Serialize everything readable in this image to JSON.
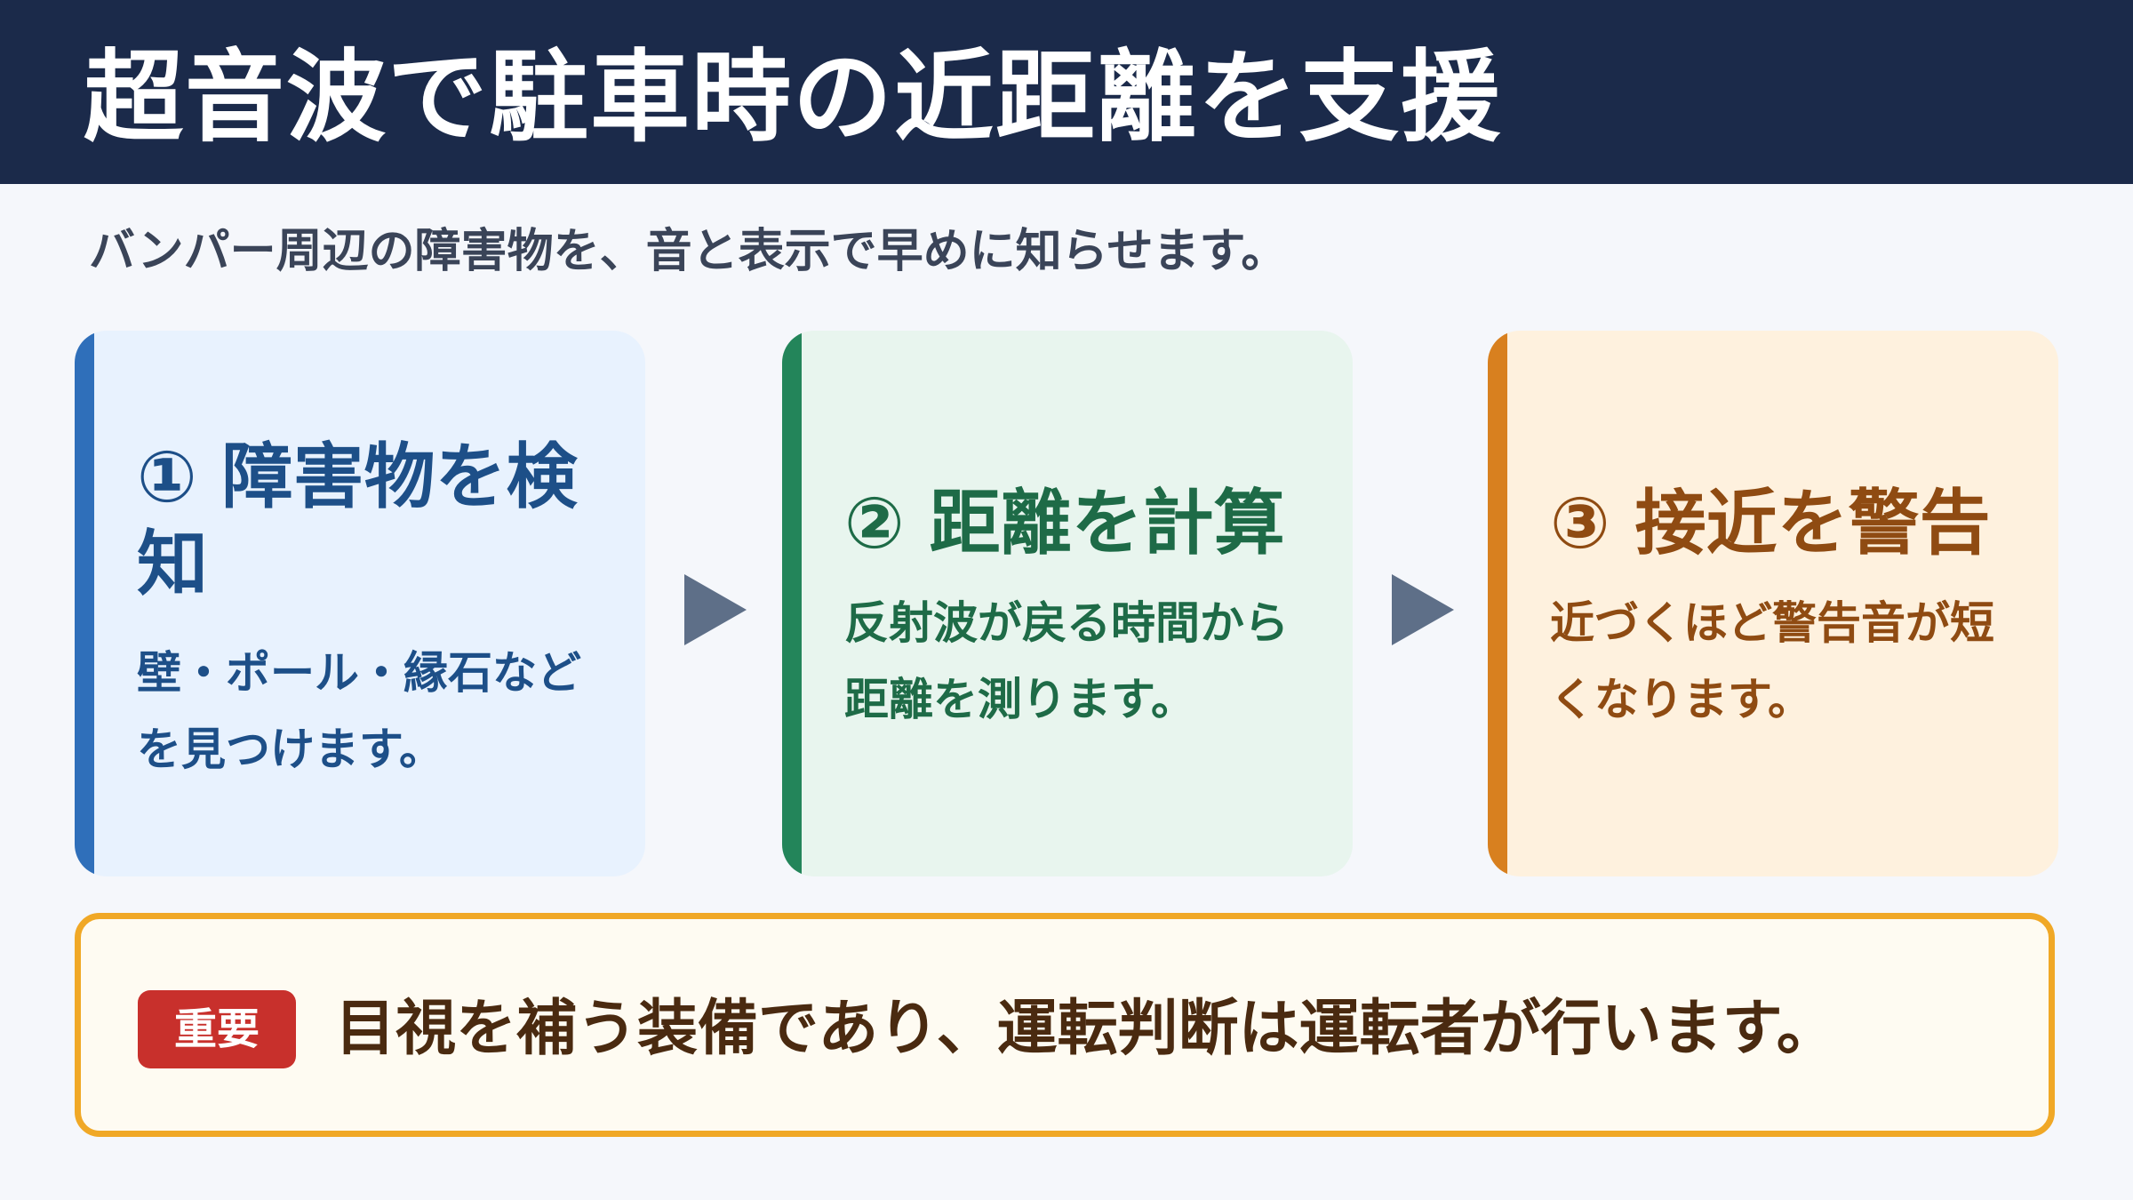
{
  "header": {
    "title": "超音波で駐車時の近距離を支援"
  },
  "subtitle": "バンパー周辺の障害物を、音と表示で早めに知らせます。",
  "steps": [
    {
      "title": "① 障害物を検知",
      "text": "壁・ポール・縁石などを見つけます。",
      "accent": "#2f6fba"
    },
    {
      "title": "② 距離を計算",
      "text": "反射波が戻る時間から距離を測ります。",
      "accent": "#23855a"
    },
    {
      "title": "③ 接近を警告",
      "text": "近づくほど警告音が短くなります。",
      "accent": "#d8801f"
    }
  ],
  "note": {
    "badge": "重要",
    "text": "目視を補う装備であり、運転判断は運転者が行います。"
  },
  "colors": {
    "header_bg": "#1b2a4a",
    "note_border": "#f0a826",
    "badge_bg": "#c8302c"
  }
}
